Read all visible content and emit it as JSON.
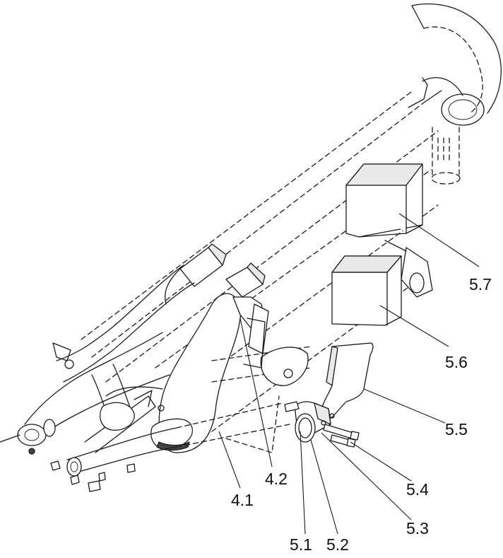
{
  "callouts": {
    "c_4_1": "4.1",
    "c_4_2": "4.2",
    "c_5_1": "5.1",
    "c_5_2": "5.2",
    "c_5_3": "5.3",
    "c_5_4": "5.4",
    "c_5_5": "5.5",
    "c_5_6": "5.6",
    "c_5_7": "5.7"
  }
}
